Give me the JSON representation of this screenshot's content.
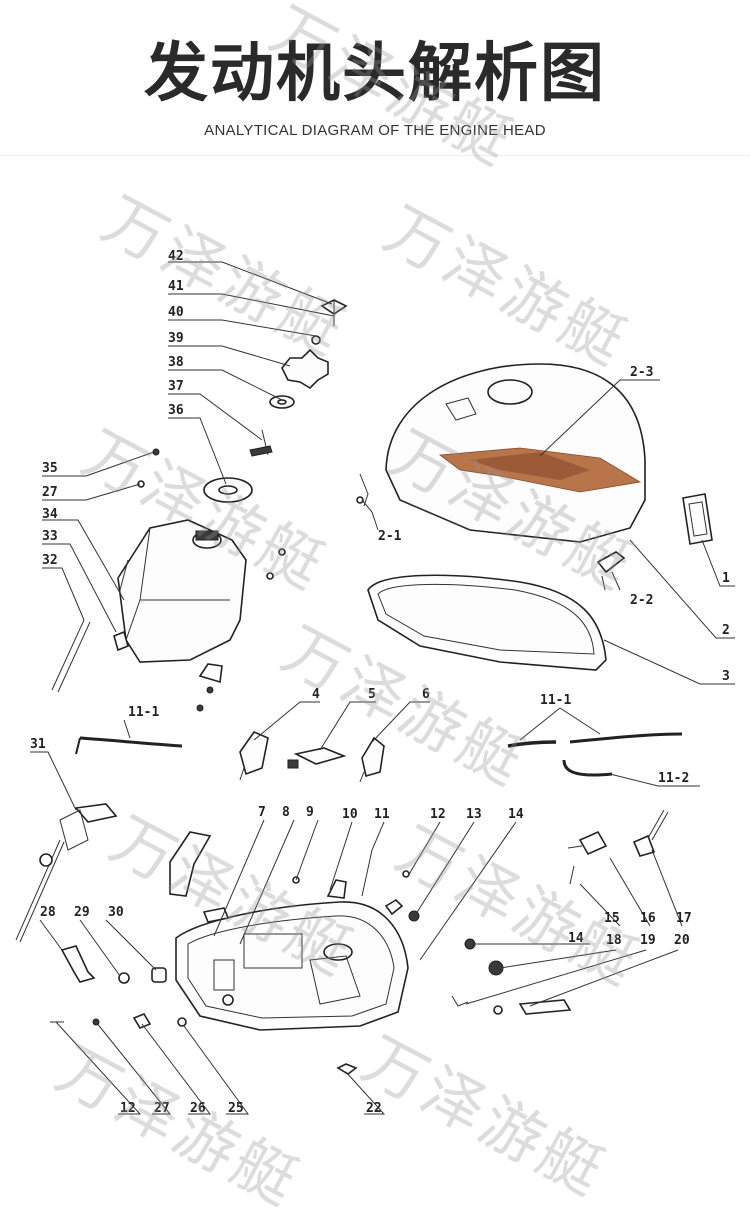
{
  "header": {
    "title": "发动机头解析图",
    "subtitle": "ANALYTICAL DIAGRAM OF THE ENGINE HEAD"
  },
  "watermark": {
    "text": "万泽游艇"
  },
  "labels": {
    "l42": "42",
    "l41": "41",
    "l40": "40",
    "l39": "39",
    "l38": "38",
    "l37": "37",
    "l36": "36",
    "l35": "35",
    "l27a": "27",
    "l34": "34",
    "l33": "33",
    "l32": "32",
    "l2_3": "2-3",
    "l2_1": "2-1",
    "l2_2": "2-2",
    "l1": "1",
    "l2": "2",
    "l3": "3",
    "l4": "4",
    "l5": "5",
    "l6": "6",
    "l11_1a": "11-1",
    "l11_1b": "11-1",
    "l11_2": "11-2",
    "l31": "31",
    "l7": "7",
    "l8": "8",
    "l9": "9",
    "l10": "10",
    "l11": "11",
    "l12a": "12",
    "l13": "13",
    "l14a": "14",
    "l15": "15",
    "l16": "16",
    "l17": "17",
    "l28": "28",
    "l29": "29",
    "l30": "30",
    "l14b": "14",
    "l18": "18",
    "l19": "19",
    "l20": "20",
    "l12b": "12",
    "l27b": "27",
    "l26": "26",
    "l25": "25",
    "l22": "22"
  }
}
